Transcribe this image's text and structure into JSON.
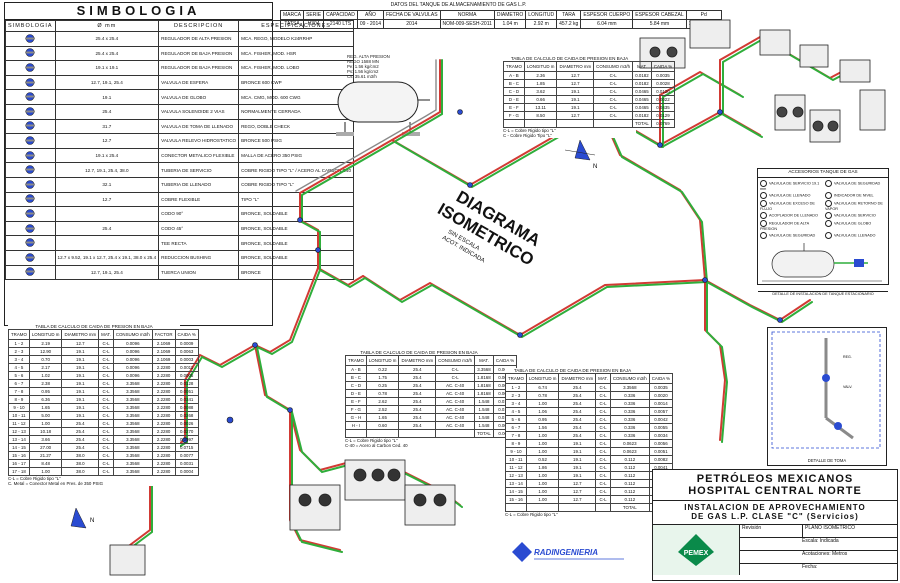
{
  "symbology": {
    "title": "SIMBOLOGIA",
    "headers": [
      "SIMBOLOGIA",
      "Ø mm",
      "DESCRIPCION",
      "ESPECIFICACIONES"
    ],
    "rows": [
      {
        "icon": "pressure-regulator-icon",
        "dim": "25.4 x 25.4",
        "desc": "REGULADOR DE ALTA PRESION",
        "spec": "MCA. REGO, MODELO K24RRHP"
      },
      {
        "icon": "pressure-regulator-icon",
        "dim": "25.4 x 25.4",
        "desc": "REGULADOR DE BAJA PRESION",
        "spec": "MCA. FISHER, MOD. HSR"
      },
      {
        "icon": "pressure-regulator-icon",
        "dim": "19.1 x 19.1",
        "desc": "REGULADOR DE BAJA PRESION",
        "spec": "MCA. FISHER, MOD. LOBO"
      },
      {
        "icon": "ball-valve-icon",
        "dim": "12.7, 19.1, 25.4",
        "desc": "VALVULA DE ESFERA",
        "spec": "BRONCE 600 CWP"
      },
      {
        "icon": "globe-valve-icon",
        "dim": "19.1",
        "desc": "VALVULA DE GLOBO",
        "spec": "MCA. CMG, MOD. 600 CWG"
      },
      {
        "icon": "solenoid-valve-icon",
        "dim": "25.4",
        "desc": "VALVULA SOLENOIDE 2 VIAS",
        "spec": "NORMALMENTE CERRADA"
      },
      {
        "icon": "check-valve-icon",
        "dim": "31.7",
        "desc": "VALVULA DE TOMA DE LLENADO",
        "spec": "REGO, DOBLE CHECK"
      },
      {
        "icon": "relief-valve-icon",
        "dim": "12.7",
        "desc": "VALVULA RELEVO HIDROSTATICO",
        "spec": "BRONCE 500 PSIG"
      },
      {
        "icon": "flex-connector-icon",
        "dim": "19.1 x 25.4",
        "desc": "CONECTOR METALICO FLEXIBLE",
        "spec": "MALLA DE ACERO 350 PSIG"
      },
      {
        "icon": "service-pipe-icon",
        "dim": "12.7, 19.1, 25.4, 38.0",
        "desc": "TUBERIA DE SERVICIO",
        "spec": "COBRE RIGIDO TIPO \"L\" / ACERO AL CARBON C40"
      },
      {
        "icon": "fill-pipe-icon",
        "dim": "32.1",
        "desc": "TUBERIA DE LLENADO",
        "spec": "COBRE RIGIDO TIPO \"L\""
      },
      {
        "icon": "flex-copper-icon",
        "dim": "12.7",
        "desc": "COBRE FLEXIBLE",
        "spec": "TIPO \"L\""
      },
      {
        "icon": "elbow-90-icon",
        "dim": "",
        "desc": "CODO 90°",
        "spec": "BRONCE, SOLDABLE"
      },
      {
        "icon": "elbow-45-icon",
        "dim": "25.4",
        "desc": "CODO 45°",
        "spec": "BRONCE, SOLDABLE"
      },
      {
        "icon": "tee-fitting-icon",
        "dim": "",
        "desc": "TEE RECTA",
        "spec": "BRONCE, SOLDABLE"
      },
      {
        "icon": "reducer-icon",
        "dim": "12.7 x 9.52, 19.1 x 12.7, 25.4 x 19.1, 38.0 x 25.4",
        "desc": "REDUCCION BUSHING",
        "spec": "BRONCE, SOLDABLE"
      },
      {
        "icon": "union-icon",
        "dim": "12.7, 19.1, 25.4",
        "desc": "TUERCA UNION",
        "spec": "BRONCE"
      }
    ]
  },
  "tank": {
    "caption": "DATOS DEL TANQUE DE ALMACENAMIENTO DE GAS L.P.",
    "headers": [
      "MARCA",
      "SERIE",
      "CAPACIDAD",
      "AÑO",
      "FECHA DE VALVULAS",
      "NORMA",
      "DIAMETRO",
      "LONGITUD",
      "TARA",
      "ESPESOR CUERPO",
      "ESPESOR CABEZAL",
      "Pd"
    ],
    "values": [
      "TATSA",
      "H304",
      "2140 LTS",
      "09 - 2014",
      "2014",
      "NOM-009-SESH-2011",
      "1.04 m",
      "2.92 m",
      "457.2 kg",
      "6.04 mm",
      "5.84 mm",
      "17.58 kg/cm2"
    ]
  },
  "tank_drawing": {
    "notes": [
      "REG. ALTA PRESION",
      "REGO 1588 MN",
      "Pe: 1.56 kg/cm2",
      "Ps: 1.56 kg/cm2",
      "Cs: 35.61 m3/h"
    ]
  },
  "diagram_title": {
    "line1": "DIAGRAMA",
    "line2": "ISOMETRICO",
    "sub1": "SIN ESCALA",
    "sub2": "ACOT. INDICADA"
  },
  "calc_top": {
    "caption": "TABLA DE CALCULO DE CAIDA DE PRESION EN BAJA",
    "headers": [
      "TRAMO",
      "LONGITUD m",
      "DIAMETRO mm",
      "CONSUMO m3/h",
      "MAT.",
      "CAIDA %"
    ],
    "rows": [
      [
        "A - B",
        "2.36",
        "12.7",
        "C-L",
        "0.0182",
        "0.0035"
      ],
      [
        "B - C",
        "1.85",
        "12.7",
        "C-L",
        "0.0182",
        "0.0028"
      ],
      [
        "C - D",
        "3.62",
        "19.1",
        "C-L",
        "0.0465",
        "0.0120"
      ],
      [
        "D - E",
        "0.66",
        "19.1",
        "C-L",
        "0.0465",
        "0.0022"
      ],
      [
        "E - F",
        "13.11",
        "19.1",
        "C-L",
        "0.0465",
        "0.0435"
      ],
      [
        "F - G",
        "8.50",
        "12.7",
        "C-L",
        "0.0182",
        "0.0129"
      ],
      [
        "",
        "",
        "",
        "",
        "TOTAL",
        "0.0769"
      ]
    ],
    "notes": [
      "C-L = Cobre Rigido tipo \"L\"",
      "C - Cobre Rigido Tipo \"L\""
    ]
  },
  "calc_mid": {
    "caption": "TABLA DE CALCULO DE CAIDA DE PRESION EN BAJA",
    "headers": [
      "TRAMO",
      "LONGITUD m",
      "DIAMETRO mm",
      "CONSUMO m3/h",
      "MAT.",
      "CAIDA %"
    ],
    "rows": [
      [
        "A - B",
        "0.22",
        "25.4",
        "C-L",
        "3.3568",
        "0.0008"
      ],
      [
        "B - C",
        "1.75",
        "25.4",
        "C-L",
        "1.8168",
        "0.0038"
      ],
      [
        "C - D",
        "0.25",
        "25.4",
        "AC. C-40",
        "1.8168",
        "0.0021"
      ],
      [
        "D - E",
        "0.78",
        "25.4",
        "AC. C-40",
        "1.8168",
        "0.0065"
      ],
      [
        "E - F",
        "2.62",
        "25.4",
        "AC. C-40",
        "1.548",
        "0.0170"
      ],
      [
        "F - G",
        "2.52",
        "25.4",
        "AC. C-40",
        "1.548",
        "0.0163"
      ],
      [
        "G - H",
        "1.65",
        "25.4",
        "AC. C-40",
        "1.548",
        "0.0107"
      ],
      [
        "H - I",
        "0.60",
        "25.4",
        "AC. C-40",
        "1.548",
        "0.0039"
      ],
      [
        "",
        "",
        "",
        "",
        "TOTAL",
        "0.0611"
      ]
    ],
    "notes": [
      "C-L = Cobre Rigido tipo \"L\"",
      "C-40 = Acero al Carbon Ced. 40"
    ]
  },
  "calc_left": {
    "caption": "TABLA DE CALCULO DE CAIDA DE PRESION EN BAJA",
    "headers": [
      "TRAMO",
      "LONGITUD m",
      "DIAMETRO mm",
      "MAT.",
      "CONSUMO m3/h",
      "FACTOR",
      "CAIDA %"
    ],
    "rows": [
      [
        "1 - 2",
        "2.19",
        "12.7",
        "C-L",
        "0.0096",
        "2.1069",
        "0.0009"
      ],
      [
        "2 - 3",
        "12.90",
        "19.1",
        "C-L",
        "0.0096",
        "2.1069",
        "0.0063"
      ],
      [
        "3 - 4",
        "0.70",
        "19.1",
        "C-L",
        "0.0096",
        "2.1069",
        "0.0003"
      ],
      [
        "4 - 5",
        "2.17",
        "19.1",
        "C-L",
        "0.0096",
        "2.2280",
        "0.0011"
      ],
      [
        "5 - 6",
        "1.02",
        "19.1",
        "C-L",
        "0.0096",
        "2.2280",
        "0.0005"
      ],
      [
        "6 - 7",
        "2.38",
        "19.1",
        "C-L",
        "3.3568",
        "2.2280",
        "0.0128"
      ],
      [
        "7 - 8",
        "0.95",
        "19.1",
        "C-L",
        "3.3568",
        "2.2280",
        "0.0051"
      ],
      [
        "8 - 9",
        "6.36",
        "19.1",
        "C-L",
        "3.3568",
        "2.2280",
        "0.0341"
      ],
      [
        "9 - 10",
        "1.65",
        "19.1",
        "C-L",
        "3.3568",
        "2.2280",
        "0.0088"
      ],
      [
        "10 - 11",
        "5.00",
        "19.1",
        "C-L",
        "3.3568",
        "2.2280",
        "0.0268"
      ],
      [
        "11 - 12",
        "1.00",
        "25.4",
        "C-L",
        "3.3568",
        "2.2280",
        "0.0026"
      ],
      [
        "12 - 13",
        "10.18",
        "25.4",
        "C-L",
        "3.3568",
        "2.2280",
        "0.0270"
      ],
      [
        "13 - 14",
        "3.66",
        "25.4",
        "C-L",
        "3.3568",
        "2.2280",
        "0.0097"
      ],
      [
        "14 - 15",
        "27.00",
        "25.4",
        "C-L",
        "3.3568",
        "2.2280",
        "0.0715"
      ],
      [
        "15 - 16",
        "21.27",
        "38.0",
        "C-L",
        "3.3568",
        "2.2280",
        "0.0077"
      ],
      [
        "16 - 17",
        "8.48",
        "38.0",
        "C-L",
        "3.3568",
        "2.2280",
        "0.0031"
      ],
      [
        "17 - 18",
        "1.00",
        "38.0",
        "C-L",
        "3.3568",
        "2.2280",
        "0.0004"
      ]
    ],
    "notes": [
      "C-L = Cobre Rigido tipo \"L\"",
      "C. Metal = Conector Metal en Pres. de 350 PSIG"
    ]
  },
  "calc_right": {
    "caption": "TABLA DE CALCULO DE CAIDA DE PRESION EN BAJA",
    "headers": [
      "TRAMO",
      "LONGITUD m",
      "DIAMETRO mm",
      "MAT.",
      "CONSUMO m3/h",
      "CAIDA %"
    ],
    "rows": [
      [
        "1 - 2",
        "6.74",
        "25.4",
        "C-L",
        "3.3568",
        "0.0035"
      ],
      [
        "2 - 3",
        "0.78",
        "25.4",
        "C-L",
        "0.336",
        "0.0020"
      ],
      [
        "3 - 4",
        "1.00",
        "25.4",
        "C-L",
        "0.336",
        "0.0014"
      ],
      [
        "4 - 5",
        "1.06",
        "25.4",
        "C-L",
        "0.336",
        "0.0057"
      ],
      [
        "5 - 6",
        "0.95",
        "25.4",
        "C-L",
        "0.336",
        "0.0042"
      ],
      [
        "6 - 7",
        "1.56",
        "25.4",
        "C-L",
        "0.336",
        "0.0055"
      ],
      [
        "7 - 8",
        "1.00",
        "25.4",
        "C-L",
        "0.336",
        "0.0034"
      ],
      [
        "8 - 9",
        "1.00",
        "19.1",
        "C-L",
        "0.0623",
        "0.0056"
      ],
      [
        "9 - 10",
        "1.00",
        "19.1",
        "C-L",
        "0.0623",
        "0.0051"
      ],
      [
        "10 - 11",
        "0.52",
        "19.1",
        "C-L",
        "0.112",
        "0.0082"
      ],
      [
        "11 - 12",
        "1.86",
        "19.1",
        "C-L",
        "0.112",
        "0.0041"
      ],
      [
        "12 - 13",
        "1.00",
        "19.1",
        "C-L",
        "0.112",
        "0.0041"
      ],
      [
        "13 - 14",
        "1.00",
        "12.7",
        "C-L",
        "0.112",
        "0.0157"
      ],
      [
        "14 - 15",
        "1.00",
        "12.7",
        "C-L",
        "0.112",
        "0.0157"
      ],
      [
        "15 - 16",
        "1.00",
        "12.7",
        "C-L",
        "0.112",
        "0.0157"
      ],
      [
        "",
        "",
        "",
        "",
        "TOTAL",
        "0.0440"
      ]
    ],
    "notes": [
      "C-L = Cobre Rigido tipo \"L\""
    ]
  },
  "equipment": {
    "title": "ACCESORIOS TANQUE DE GAS",
    "items": [
      "VALVULA DE SERVICIO 19.1 mm",
      "VALVULA DE SEGURIDAD",
      "VALVULA DE LLENADO",
      "INDICADOR DE NIVEL",
      "VALVULA DE EXCESO DE FLUJO",
      "VALVULA DE RETORNO DE VAPOR",
      "ACOPLADOR DE LLENADO",
      "VALVULA DE SERVICIO",
      "REGULADOR DE ALTA PRESION",
      "VALVULA DE GLOBO",
      "VALVULA DE SEGURIDAD",
      "VALVULA DE LLENADO"
    ],
    "caption": "DETALLE DE INSTALACION DE TANQUE ESTACIONARIO"
  },
  "detail": {
    "caption": "DETALLE DE TOMA"
  },
  "title_block": {
    "line1": "PETRÓLEOS MEXICANOS",
    "line2": "HOSPITAL CENTRAL NORTE",
    "line3": "INSTALACION DE APROVECHAMIENTO",
    "line4": "DE GAS L.P.  CLASE \"C\" (Servicios)",
    "logo_text": "RADINGENIERIA",
    "pemex": "PEMEX",
    "revision_label": "Revisión",
    "plan_label": "PLANO ISOMETRICO",
    "escala_label": "Escala: Indicada",
    "acot_label": "Acotaciones: Metros",
    "fecha_label": "Fecha:"
  },
  "north_labels": [
    "N",
    "N",
    "N"
  ],
  "colors": {
    "pipe_green": "#2fae3b",
    "pipe_red": "#d23a34",
    "pipe_gray": "#8a8a8a",
    "line_black": "#1a1a1a",
    "accent_blue": "#2a4bd1",
    "pemex_green": "#0a8a4a"
  }
}
